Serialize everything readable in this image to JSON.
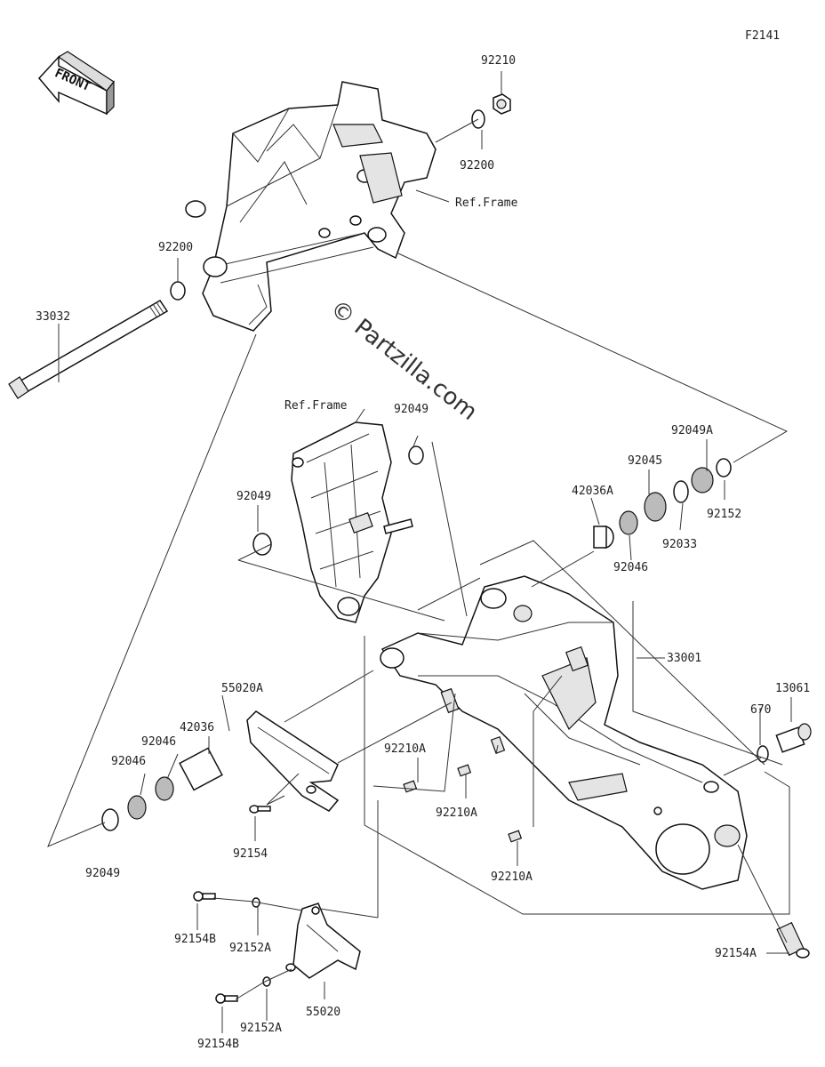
{
  "figure_code": "F2141",
  "watermark": "© Partzilla.com",
  "front_label": "FRONT",
  "ref_labels": {
    "ref_frame_top": "Ref.Frame",
    "ref_frame_mid": "Ref.Frame"
  },
  "part_labels": {
    "p92210_top": "92210",
    "p92200_top": "92200",
    "p92200_left": "92200",
    "p33032": "33032",
    "p92049_top": "92049",
    "p92049_left": "92049",
    "p92049A": "92049A",
    "p92045": "92045",
    "p42036A": "42036A",
    "p92152": "92152",
    "p92033": "92033",
    "p92046_right": "92046",
    "p33001": "33001",
    "p55020A": "55020A",
    "p42036": "42036",
    "p92046_a": "92046",
    "p92046_b": "92046",
    "p92210A_1": "92210A",
    "p92210A_2": "92210A",
    "p92210A_3": "92210A",
    "p13061": "13061",
    "p670": "670",
    "p92154": "92154",
    "p92049_bottom": "92049",
    "p92154B_top": "92154B",
    "p92152A_top": "92152A",
    "p55020": "55020",
    "p92154B_bottom": "92154B",
    "p92152A_bottom": "92152A",
    "p92154A": "92154A"
  }
}
